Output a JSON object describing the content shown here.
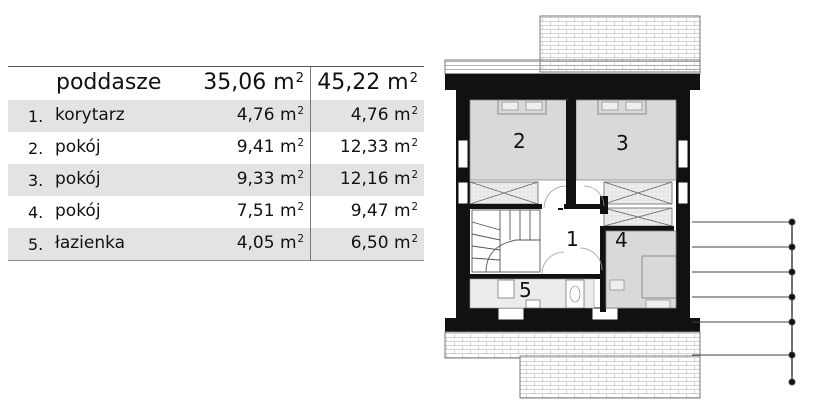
{
  "table": {
    "header": {
      "level": "poddasze",
      "area_usable": "35,06 m",
      "area_total": "45,22 m",
      "unit_exp": "2"
    },
    "rows": [
      {
        "num": "1.",
        "name": "korytarz",
        "area_usable": "4,76 m",
        "area_total": "4,76 m"
      },
      {
        "num": "2.",
        "name": "pokój",
        "area_usable": "9,41 m",
        "area_total": "12,33 m"
      },
      {
        "num": "3.",
        "name": "pokój",
        "area_usable": "9,33 m",
        "area_total": "12,16 m"
      },
      {
        "num": "4.",
        "name": "pokój",
        "area_usable": "7,51 m",
        "area_total": "9,47 m"
      },
      {
        "num": "5.",
        "name": "łazienka",
        "area_usable": "4,05 m",
        "area_total": "6,50 m"
      }
    ]
  },
  "plan": {
    "room_labels": [
      "1",
      "2",
      "3",
      "4",
      "5"
    ],
    "colors": {
      "wall": "#111111",
      "room_fill": "#d9d9d9",
      "roof_hatch": "#9a9a9a",
      "grey_shade": "#e3e3e3"
    }
  }
}
